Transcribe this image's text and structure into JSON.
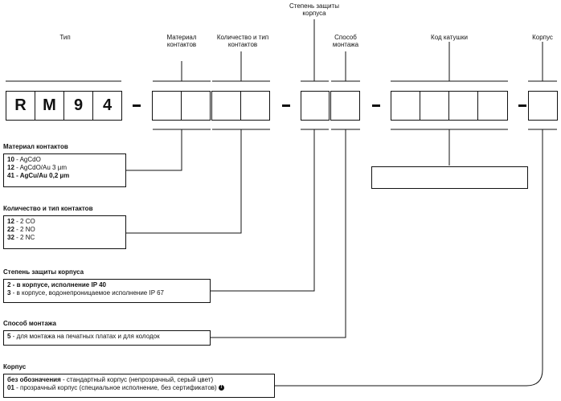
{
  "headers": {
    "type": "Тип",
    "material": [
      "Материал",
      "контактов"
    ],
    "count": [
      "Количество и тип",
      "контактов"
    ],
    "protection": [
      "Степень защиты",
      "корпуса"
    ],
    "mount": [
      "Способ",
      "монтажа"
    ],
    "coil": "Код катушки",
    "housing": "Корпус"
  },
  "code_letters": [
    "R",
    "M",
    "9",
    "4"
  ],
  "sections": {
    "material": {
      "title": "Материал контактов",
      "items": [
        {
          "code": "10",
          "text": " - AgCdO",
          "bold": false
        },
        {
          "code": "12",
          "text": " - AgCdO/Au 3 µm",
          "bold": false
        },
        {
          "code": "41",
          "text": " - AgCu/Au 0,2 µm",
          "bold": true
        }
      ]
    },
    "count": {
      "title": "Количество и тип контактов",
      "items": [
        {
          "code": "12",
          "text": " - 2 CO"
        },
        {
          "code": "22",
          "text": " - 2 NO"
        },
        {
          "code": "32",
          "text": " - 2 NC"
        }
      ]
    },
    "protection": {
      "title": "Степень защиты корпуса",
      "items": [
        {
          "code": "2",
          "text": " - в корпусе, исполнение IP 40",
          "bold": true
        },
        {
          "code": "3",
          "text": " - в корпусе, водонепроницаемое исполнение IP 67",
          "bold": false
        }
      ]
    },
    "mount": {
      "title": "Способ монтажа",
      "items": [
        {
          "code": "5",
          "text": " - для монтажа на печатных платах и для колодок"
        }
      ]
    },
    "housing": {
      "title": "Корпус",
      "items": [
        {
          "code": "без обозначения",
          "text": " - стандартный корпус (непрозрачный, серый цвет)"
        },
        {
          "code": "01",
          "text": " - прозрачный корпус (специальное исполнение, без сертификатов)"
        }
      ]
    }
  }
}
